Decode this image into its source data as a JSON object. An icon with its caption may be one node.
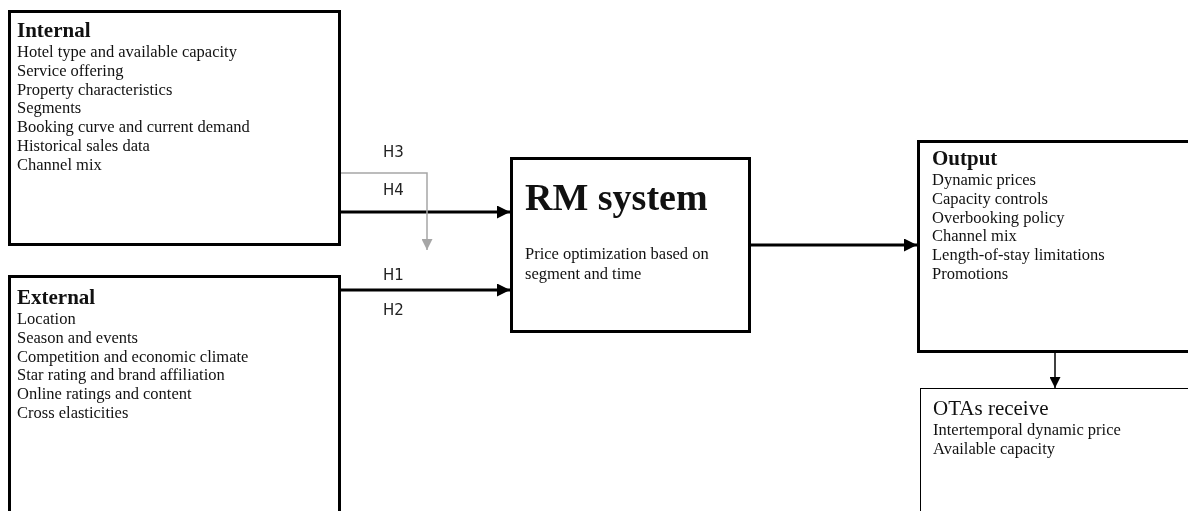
{
  "diagram": {
    "nodes": [
      {
        "text": [
          "Internal",
          "Hotel type and available capacity",
          "Service offering",
          "Property characteristics",
          "Segments",
          "Booking curve and current demand",
          "Historical sales data",
          "Channel mix"
        ]
      },
      {
        "text": [
          "External",
          "Location",
          "Season and events",
          "Competition and economic climate",
          "Star rating and brand affiliation",
          "Online ratings and content",
          "Cross elasticities"
        ]
      },
      {
        "text": [
          "RM system",
          "Price optimization based on segment and time"
        ]
      },
      {
        "text": [
          "Output",
          "Dynamic prices",
          "Capacity controls",
          "Overbooking policy",
          "Channel mix",
          "Length-of-stay limitations",
          "Promotions"
        ]
      },
      {
        "text": [
          "OTAs receive",
          "Intertemporal dynamic price",
          "Available capacity"
        ]
      }
    ],
    "edges": [
      {
        "from": 0,
        "to": 2,
        "arrow": "to"
      },
      {
        "from": 1,
        "to": 2,
        "arrow": "to"
      },
      {
        "from": 2,
        "to": 3,
        "arrow": "to"
      },
      {
        "from": 3,
        "to": 4,
        "arrow": "to"
      },
      {
        "from": 0,
        "to": null,
        "arrow": "to",
        "color": "#a6a6a6"
      }
    ],
    "labels": [
      "H3",
      "H4",
      "H1",
      "H2"
    ]
  }
}
